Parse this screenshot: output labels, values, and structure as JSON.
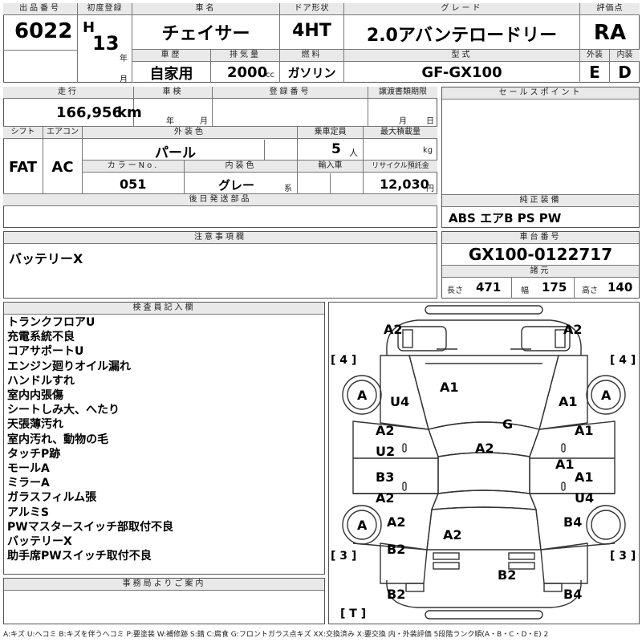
{
  "header": {
    "lot_number_label": "出品番号",
    "lot_number": "6022",
    "first_registration_label": "初度登録",
    "era": "H",
    "year": "13",
    "year_unit": "年",
    "month_unit": "月",
    "car_name_label": "車名",
    "car_name": "チェイサー",
    "door_label": "ドア形状",
    "door": "4HT",
    "grade_label": "グレード",
    "grade": "2.0アバンテロードリー",
    "score_label": "評価点",
    "score": "RA",
    "history_label": "車歴",
    "history": "自家用",
    "displacement_label": "排気量",
    "displacement": "2000",
    "displacement_unit": "cc",
    "fuel_label": "燃料",
    "fuel": "ガソリン",
    "model_label": "型式",
    "model": "GF-GX100",
    "exterior_label": "外装",
    "exterior": "E",
    "interior_label": "内装",
    "interior": "D"
  },
  "specs": {
    "mileage_label": "走行",
    "mileage": "166,956",
    "mileage_unit": "km",
    "inspection_label": "車検",
    "year_unit": "年",
    "month_unit": "月",
    "registration_label": "登録番号",
    "transfer_deadline_label": "譲渡書類期限",
    "day_unit": "日",
    "shift_label": "シフト",
    "shift": "FAT",
    "ac_label": "エアコン",
    "ac": "AC",
    "exterior_color_label": "外装色",
    "exterior_color": "パール",
    "capacity_label": "乗車定員",
    "capacity": "5",
    "capacity_unit": "人",
    "max_load_label": "最大積載量",
    "max_load_unit": "kg",
    "color_no_label": "カラーNo.",
    "color_no": "051",
    "interior_color_label": "内装色",
    "interior_color": "グレー",
    "interior_color_suffix": "系",
    "import_label": "輸入車",
    "recycle_label": "リサイクル預託金",
    "recycle": "12,030",
    "recycle_unit": "円",
    "later_parts_label": "後日発送部品"
  },
  "right_panel": {
    "sales_points_label": "セールスポイント",
    "genuine_equipment_label": "純正装備",
    "genuine_equipment": "ABS エアB PS PW",
    "chassis_label": "車台番号",
    "chassis": "GX100-0122717",
    "dimensions_label": "諸元",
    "length_label": "長さ",
    "length": "471",
    "width_label": "幅",
    "width": "175",
    "height_label": "高さ",
    "height": "140"
  },
  "notices": {
    "label": "注意事項欄",
    "text": "バッテリーX"
  },
  "inspector": {
    "label": "検査員記入欄",
    "lines": [
      "トランクフロアU",
      "充電系統不良",
      "コアサポートU",
      "エンジン廻りオイル漏れ",
      "ハンドルすれ",
      "室内内張傷",
      "シートしみ大、へたり",
      "天張薄汚れ",
      "室内汚れ、動物の毛",
      "タッチP跡",
      "モールA",
      "ミラーA",
      "ガラスフィルム張",
      "アルミS",
      "PWマスタースイッチ部取付不良",
      "バッテリーX",
      "助手席PWスイッチ取付不良"
    ]
  },
  "office": {
    "label": "事務局よりご案内"
  },
  "diagram": {
    "marks": {
      "front_left_corner": "A2",
      "front_right_corner": "A2",
      "left_front_tire_count": "[ 4 ]",
      "right_front_tire_count": "[ 4 ]",
      "left_front_wheel": "A",
      "right_front_wheel": "A",
      "left_front_fender": "U4",
      "hood": "A1",
      "right_front_fender": "A1",
      "left_front_door_1": "A2",
      "left_front_door_2": "U2",
      "roof_glass": "G",
      "roof": "A2",
      "right_front_door": "A1",
      "right_center": "A1",
      "left_rear_door_1": "B3",
      "left_rear_door_2": "A2",
      "right_rear_door_1": "A1",
      "right_rear_door_2": "U4",
      "left_rear_wheel": "A",
      "left_rear_quarter": "A2",
      "right_rear_quarter": "B4",
      "trunk": "A2",
      "left_rear_tire_count": "[ 3 ]",
      "right_rear_tire_count": "[ 3 ]",
      "left_rear_lower": "B2",
      "rear_center": "B2",
      "rear_left_corner": "B2",
      "rear_right_corner": "B4",
      "trunk_tire": "[ T ]"
    }
  },
  "legend": "A:キズ U:ヘコミ B:キズを伴うヘコミ P:要塗装 W:補修跡 S:錆 C:腐食 G:フロントガラス点キズ XX:交換済み X:要交換 内・外装評価 5段階ランク順(A・B・C・D・E) 2"
}
